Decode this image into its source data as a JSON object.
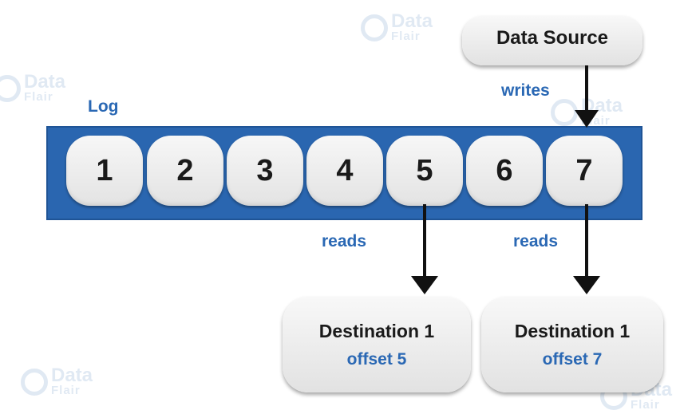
{
  "watermark": {
    "line1": "Data",
    "line2": "Flair"
  },
  "log": {
    "label": "Log",
    "cells": [
      "1",
      "2",
      "3",
      "4",
      "5",
      "6",
      "7"
    ]
  },
  "source": {
    "title": "Data Source",
    "edge_label": "writes"
  },
  "destinations": [
    {
      "title": "Destination 1",
      "offset": "offset 5",
      "edge_label": "reads",
      "reads_cell": 5
    },
    {
      "title": "Destination 1",
      "offset": "offset 7",
      "edge_label": "reads",
      "reads_cell": 7
    }
  ],
  "colors": {
    "log_bar": "#2a66b0",
    "accent_text": "#2a68b4",
    "cell": "#eeeeee"
  }
}
